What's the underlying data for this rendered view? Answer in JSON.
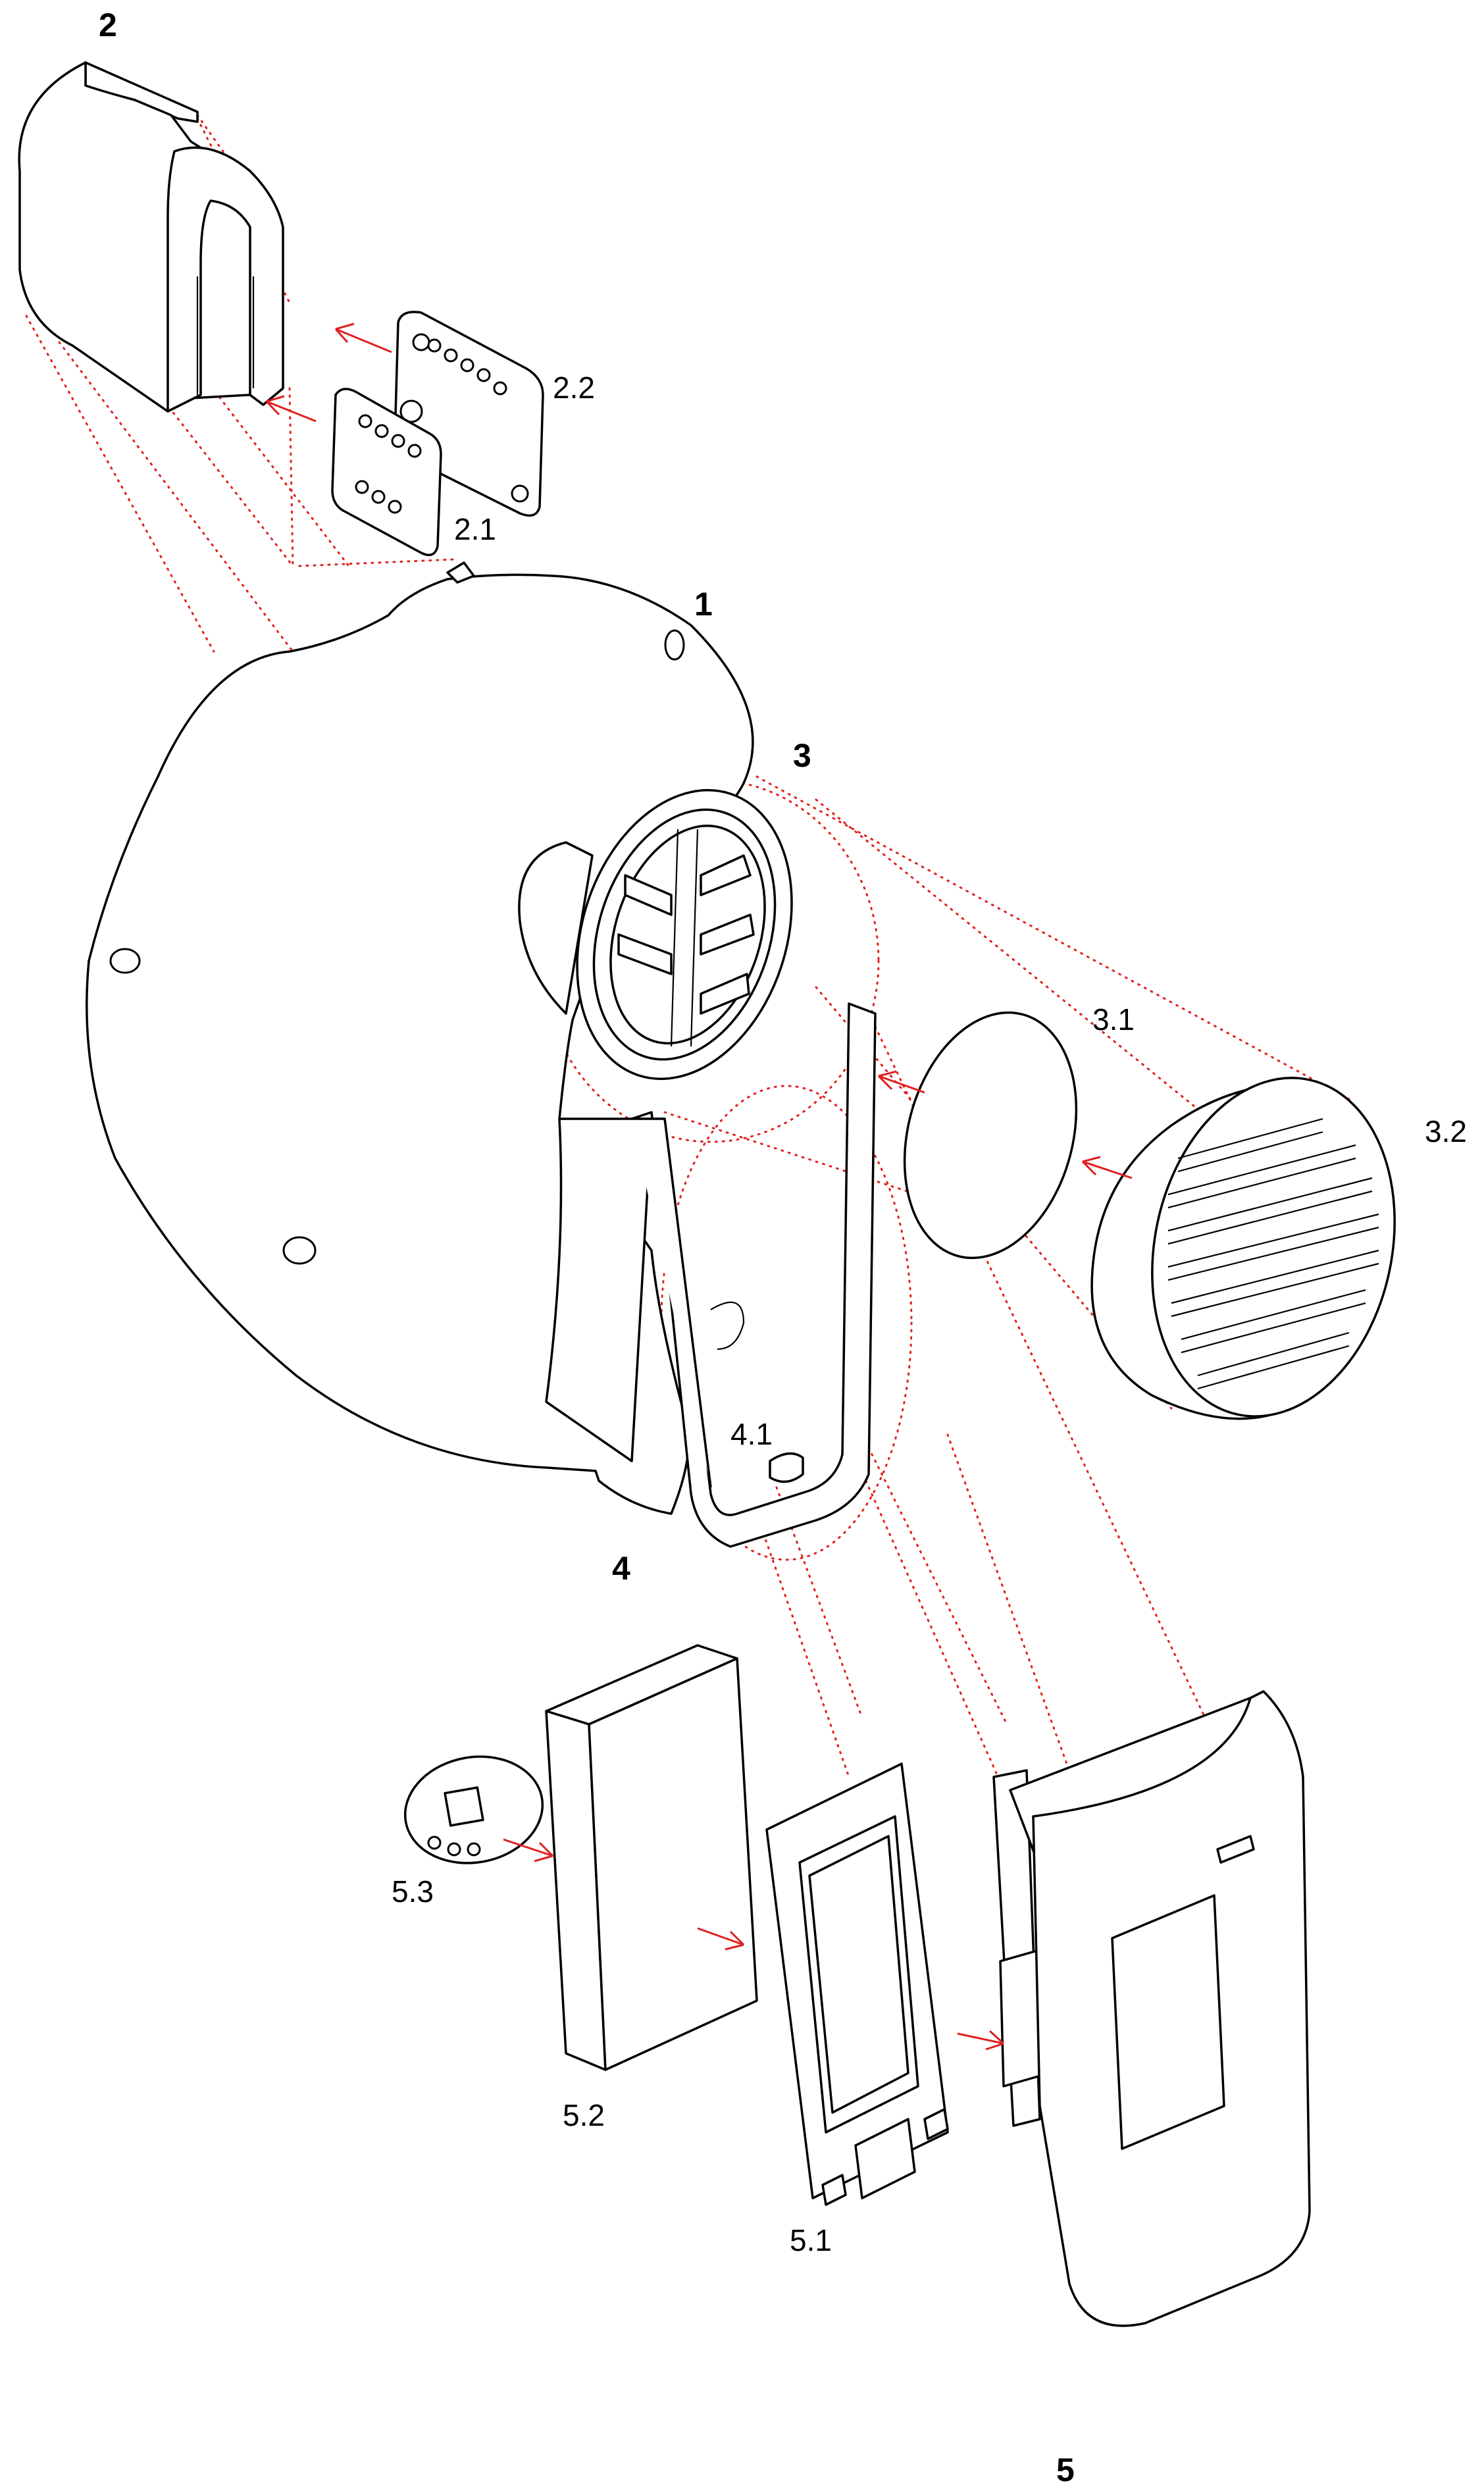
{
  "diagram": {
    "labels": {
      "part_1": "1",
      "part_2": "2",
      "part_2_1": "2.1",
      "part_2_2": "2.2",
      "part_3": "3",
      "part_3_1": "3.1",
      "part_3_2": "3.2",
      "part_4": "4",
      "part_4_1": "4.1",
      "part_5": "5",
      "part_5_1": "5.1",
      "part_5_2": "5.2",
      "part_5_3": "5.3"
    },
    "colors": {
      "line": "#000000",
      "assembly_guide": "#e0201e",
      "background": "#ffffff"
    }
  }
}
